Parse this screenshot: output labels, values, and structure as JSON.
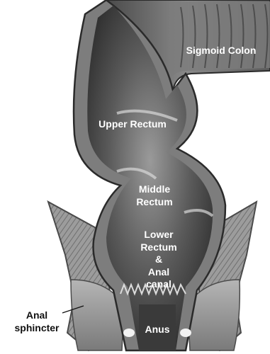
{
  "labels": {
    "sigmoid_colon": "Sigmoid Colon",
    "upper_rectum": "Upper Rectum",
    "middle_rectum": [
      "Middle",
      "Rectum"
    ],
    "lower_rectum": [
      "Lower",
      "Rectum",
      "&",
      "Anal",
      "canal"
    ],
    "anus": "Anus",
    "anal_sphincter": [
      "Anal",
      "sphincter"
    ]
  },
  "colors": {
    "lumen_dark": "#2f2f2f",
    "lumen_light": "#9a9a9a",
    "wall": "#6a6a6a",
    "wall_edge": "#c8c8c8",
    "muscle": "#8c8c8c",
    "label_light": "#ffffff",
    "label_dark": "#111111"
  }
}
